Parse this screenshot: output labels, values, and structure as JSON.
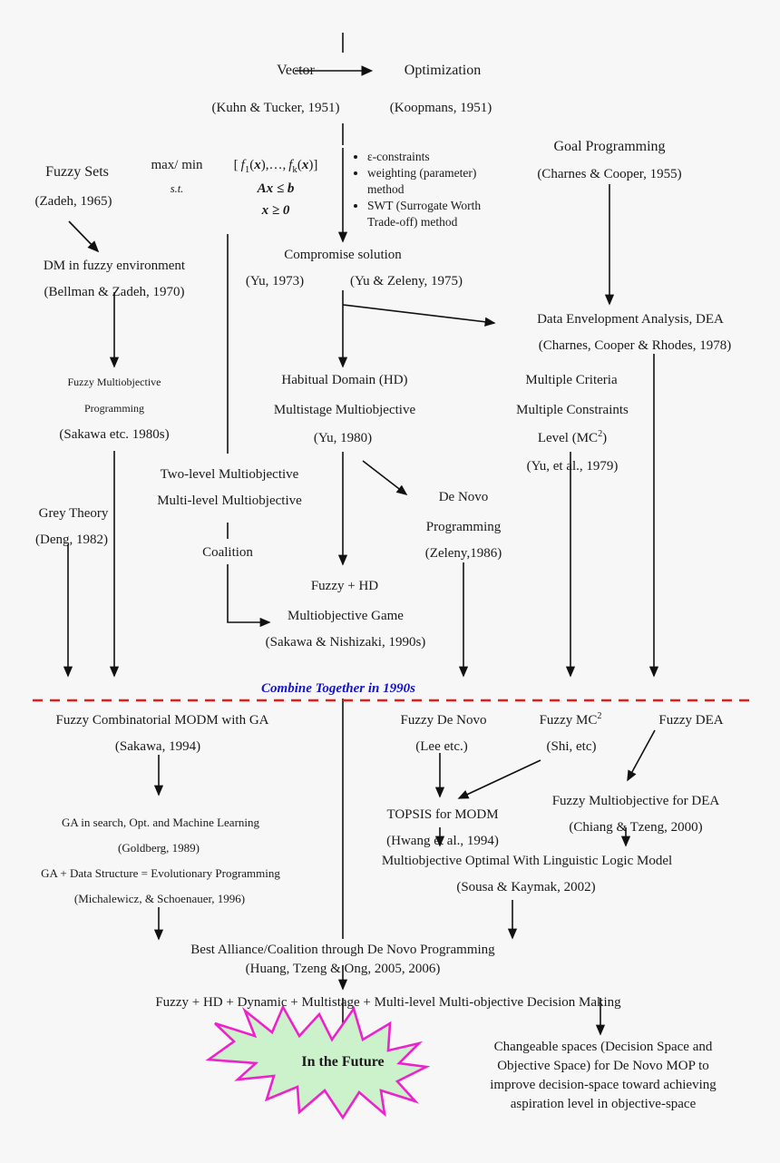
{
  "diagram": {
    "title_nodes": {
      "vector": "Vector",
      "optimization": "Optimization",
      "kuhn_tucker": "(Kuhn & Tucker, 1951)",
      "koopmans": "(Koopmans, 1951)"
    },
    "fuzzy_sets": {
      "line1": "Fuzzy Sets",
      "line2": "(Zadeh, 1965)"
    },
    "dm_fuzzy": {
      "line1": "DM in fuzzy environment",
      "line2": "(Bellman & Zadeh, 1970)"
    },
    "formula": {
      "objective_label": "max/ min",
      "objective_body": "[ f1(x),…, fk(x) ]",
      "st_label": "s.t.",
      "constraint1": "Ax ≤ b",
      "constraint2": "x ≥ 0"
    },
    "methods_bullets": [
      "ε-constraints",
      "weighting (parameter) method",
      "SWT (Surrogate Worth Trade-off) method"
    ],
    "goal_programming": {
      "line1": "Goal Programming",
      "line2": "(Charnes & Cooper, 1955)"
    },
    "compromise": {
      "line1": "Compromise solution",
      "line2a": "(Yu, 1973)",
      "line2b": "(Yu & Zeleny, 1975)"
    },
    "dea": {
      "line1": "Data Envelopment Analysis, DEA",
      "line2": "(Charnes, Cooper & Rhodes, 1978)"
    },
    "fuzzy_mo_prog": {
      "line1": "Fuzzy Multiobjective",
      "line2": "Programming",
      "line3": "(Sakawa etc. 1980s)"
    },
    "habitual_domain": {
      "line1": "Habitual Domain (HD)",
      "line2": "Multistage Multiobjective",
      "line3": "(Yu, 1980)"
    },
    "mc2": {
      "line1": "Multiple Criteria",
      "line2": "Multiple Constraints",
      "line3a": "Level (MC",
      "line3sup": "2",
      "line3b": ")",
      "line4": "(Yu, et al., 1979)"
    },
    "two_level": {
      "line1": "Two-level Multiobjective",
      "line2": "Multi-level Multiobjective",
      "line3": "Coalition"
    },
    "grey_theory": {
      "line1": "Grey Theory",
      "line2": "(Deng, 1982)"
    },
    "de_novo": {
      "line1": "De Novo",
      "line2": "Programming",
      "line3": "(Zeleny,1986)"
    },
    "fuzzy_hd_game": {
      "line1": "Fuzzy + HD",
      "line2": "Multiobjective Game",
      "line3": "(Sakawa & Nishizaki, 1990s)"
    },
    "divider_label": "Combine   Together   in   1990s",
    "divider_color": "#e11d1d",
    "divider_text_color": "#1414c8",
    "fuzzy_comb_modm": {
      "line1": "Fuzzy Combinatorial MODM with GA",
      "line2": "(Sakawa, 1994)"
    },
    "ga_search": {
      "line1": "GA in search, Opt. and Machine Learning",
      "line2": "(Goldberg, 1989)"
    },
    "ga_data": {
      "line1": "GA + Data Structure = Evolutionary Programming",
      "line2": "(Michalewicz, & Schoenauer, 1996)"
    },
    "fuzzy_de_novo": {
      "line1": "Fuzzy De Novo",
      "line2": "(Lee etc.)"
    },
    "fuzzy_mc2": {
      "line1a": "Fuzzy MC",
      "line1sup": "2",
      "line2": "(Shi, etc)"
    },
    "fuzzy_dea": {
      "line1": "Fuzzy DEA"
    },
    "topsis": {
      "line1": "TOPSIS for MODM",
      "line2": "(Hwang et al., 1994)"
    },
    "fuzzy_mo_dea": {
      "line1": "Fuzzy Multiobjective for DEA",
      "line2": "(Chiang & Tzeng, 2000)"
    },
    "mo_optimal": {
      "line1": "Multiobjective Optimal With Linguistic Logic Model",
      "line2": "(Sousa & Kaymak, 2002)"
    },
    "best_alliance": {
      "line1": "Best Alliance/Coalition through De Novo Programming",
      "line2": "(Huang, Tzeng & Ong, 2005, 2006)"
    },
    "fuzzy_hd_dynamic": {
      "line1": "Fuzzy + HD + Dynamic + Multistage + Multi-level Multi-objective Decision Making"
    },
    "starburst": {
      "label": "In the Future",
      "fill": "#ccf2cc",
      "stroke": "#ee22cc"
    },
    "changeable_spaces": {
      "line1": "Changeable spaces (Decision Space and",
      "line2": "Objective Space) for De Novo MOP to",
      "line3": "improve decision-space toward achieving",
      "line4": "aspiration level in objective-space"
    }
  }
}
